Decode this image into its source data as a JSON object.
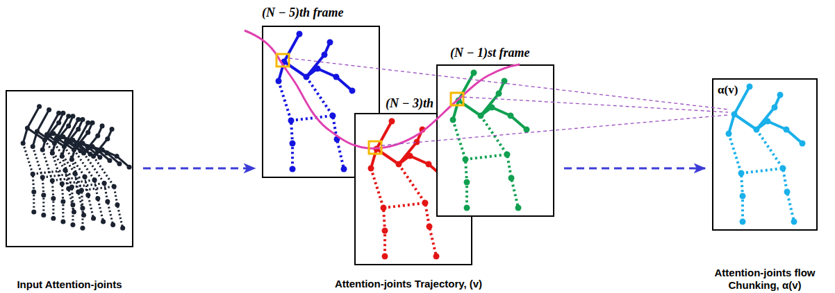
{
  "diagram": {
    "nodes": [
      {
        "text": [
          "Input Attention-joints"
        ]
      },
      {
        "text": [
          "(N − 5)th frame"
        ]
      },
      {
        "text": [
          "(N − 3)th"
        ]
      },
      {
        "text": [
          "(N − 1)st frame"
        ]
      },
      {
        "text": [
          "α(v)",
          "Attention-joints flow Chunking, α(v)"
        ]
      }
    ],
    "edges": [
      {
        "from": 0,
        "to": 1,
        "arrow": "to"
      },
      {
        "from": 3,
        "to": 4,
        "arrow": "to"
      }
    ],
    "labels": [
      "Attention-joints Trajectory, (v)"
    ]
  }
}
